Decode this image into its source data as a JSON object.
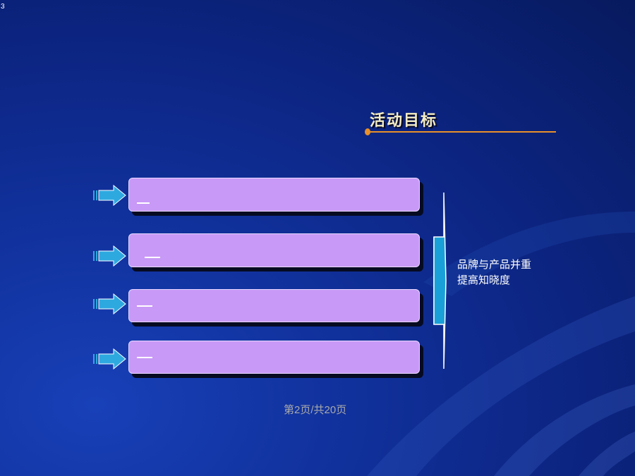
{
  "slide": {
    "corner_number": "3",
    "title": "活动目标",
    "boxes": [
      "",
      "",
      "",
      ""
    ],
    "result_line1": "品牌与产品并重",
    "result_line2": "提高知晓度",
    "footer": "第2页/共20页"
  },
  "colors": {
    "background": "#0c2480",
    "box_fill": "#c899f6",
    "arrow_fill": "#2ea9e0",
    "accent_line": "#e8902a",
    "title_text": "#f3ecc4"
  },
  "icons": [
    "arrow-right-icon",
    "bracket-arrow-icon"
  ]
}
